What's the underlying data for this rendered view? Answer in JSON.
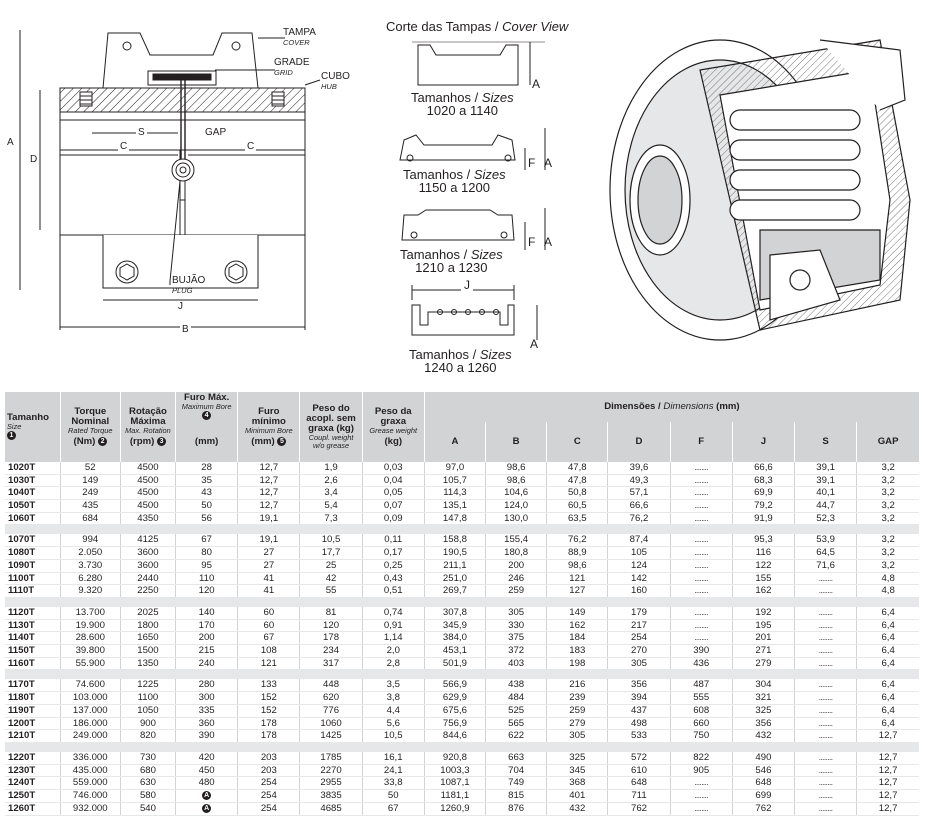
{
  "drawing": {
    "callouts": [
      {
        "id": "cover",
        "pt": "TAMPA",
        "en": "COVER"
      },
      {
        "id": "grid",
        "pt": "GRADE",
        "en": "GRID"
      },
      {
        "id": "hub",
        "pt": "CUBO",
        "en": "HUB"
      },
      {
        "id": "plug",
        "pt": "BUJÃO",
        "en": "PLUG"
      }
    ],
    "dims": {
      "A": "A",
      "D": "D",
      "S": "S",
      "GAP": "GAP",
      "C": "C",
      "J": "J",
      "B": "B",
      "F": "F"
    },
    "cover_view": {
      "title_pt": "Corte das Tampas / ",
      "title_en": "Cover View",
      "groups": [
        {
          "label_pt": "Tamanhos / ",
          "label_en": "Sizes",
          "range": "1020 a 1140"
        },
        {
          "label_pt": "Tamanhos / ",
          "label_en": "Sizes",
          "range": "1150 a 1200"
        },
        {
          "label_pt": "Tamanhos / ",
          "label_en": "Sizes",
          "range": "1210 a 1230"
        },
        {
          "label_pt": "Tamanhos / ",
          "label_en": "Sizes",
          "range": "1240 a 1260"
        }
      ]
    }
  },
  "table": {
    "headers": {
      "size": {
        "pt": "Tamanho",
        "en": "Size",
        "note": "1"
      },
      "torque": {
        "pt": "Torque Nominal",
        "en": "Rated Torque",
        "unit": "(Nm)",
        "note": "2"
      },
      "rotation": {
        "pt": "Rotação Máxima",
        "en": "Max. Rotation",
        "unit": "(rpm)",
        "note": "3"
      },
      "bore_max": {
        "pt": "Furo Máx.",
        "en": "Maximum Bore",
        "note": "4",
        "unit": "(mm)"
      },
      "bore_min": {
        "pt": "Furo mínimo",
        "en": "Minimum Bore",
        "unit": "(mm)",
        "note": "5"
      },
      "weight": {
        "pt": "Peso do acopl. sem graxa (kg)",
        "en": "Coupl. weight w/o grease"
      },
      "grease": {
        "pt": "Peso da graxa",
        "en": "Grease weight",
        "unit": "(kg)"
      },
      "dims": {
        "pt": "Dimensões / ",
        "en": "Dimensions",
        "unit": " (mm)"
      },
      "dim_cols": [
        "A",
        "B",
        "C",
        "D",
        "F",
        "J",
        "S",
        "GAP"
      ]
    },
    "groups": [
      [
        [
          "1020T",
          "52",
          "4500",
          "28",
          "12,7",
          "1,9",
          "0,03",
          "97,0",
          "98,6",
          "47,8",
          "39,6",
          "........",
          "66,6",
          "39,1",
          "3,2"
        ],
        [
          "1030T",
          "149",
          "4500",
          "35",
          "12,7",
          "2,6",
          "0,04",
          "105,7",
          "98,6",
          "47,8",
          "49,3",
          "........",
          "68,3",
          "39,1",
          "3,2"
        ],
        [
          "1040T",
          "249",
          "4500",
          "43",
          "12,7",
          "3,4",
          "0,05",
          "114,3",
          "104,6",
          "50,8",
          "57,1",
          "........",
          "69,9",
          "40,1",
          "3,2"
        ],
        [
          "1050T",
          "435",
          "4500",
          "50",
          "12,7",
          "5,4",
          "0,07",
          "135,1",
          "124,0",
          "60,5",
          "66,6",
          "........",
          "79,2",
          "44,7",
          "3,2"
        ],
        [
          "1060T",
          "684",
          "4350",
          "56",
          "19,1",
          "7,3",
          "0,09",
          "147,8",
          "130,0",
          "63,5",
          "76,2",
          "........",
          "91,9",
          "52,3",
          "3,2"
        ]
      ],
      [
        [
          "1070T",
          "994",
          "4125",
          "67",
          "19,1",
          "10,5",
          "0,11",
          "158,8",
          "155,4",
          "76,2",
          "87,4",
          "........",
          "95,3",
          "53,9",
          "3,2"
        ],
        [
          "1080T",
          "2.050",
          "3600",
          "80",
          "27",
          "17,7",
          "0,17",
          "190,5",
          "180,8",
          "88,9",
          "105",
          "........",
          "116",
          "64,5",
          "3,2"
        ],
        [
          "1090T",
          "3.730",
          "3600",
          "95",
          "27",
          "25",
          "0,25",
          "211,1",
          "200",
          "98,6",
          "124",
          "........",
          "122",
          "71,6",
          "3,2"
        ],
        [
          "1100T",
          "6.280",
          "2440",
          "110",
          "41",
          "42",
          "0,43",
          "251,0",
          "246",
          "121",
          "142",
          "........",
          "155",
          "........",
          "4,8"
        ],
        [
          "1110T",
          "9.320",
          "2250",
          "120",
          "41",
          "55",
          "0,51",
          "269,7",
          "259",
          "127",
          "160",
          "........",
          "162",
          "........",
          "4,8"
        ]
      ],
      [
        [
          "1120T",
          "13.700",
          "2025",
          "140",
          "60",
          "81",
          "0,74",
          "307,8",
          "305",
          "149",
          "179",
          "........",
          "192",
          "........",
          "6,4"
        ],
        [
          "1130T",
          "19.900",
          "1800",
          "170",
          "60",
          "120",
          "0,91",
          "345,9",
          "330",
          "162",
          "217",
          "........",
          "195",
          "........",
          "6,4"
        ],
        [
          "1140T",
          "28.600",
          "1650",
          "200",
          "67",
          "178",
          "1,14",
          "384,0",
          "375",
          "184",
          "254",
          "........",
          "201",
          "........",
          "6,4"
        ],
        [
          "1150T",
          "39.800",
          "1500",
          "215",
          "108",
          "234",
          "2,0",
          "453,1",
          "372",
          "183",
          "270",
          "390",
          "271",
          "........",
          "6,4"
        ],
        [
          "1160T",
          "55.900",
          "1350",
          "240",
          "121",
          "317",
          "2,8",
          "501,9",
          "403",
          "198",
          "305",
          "436",
          "279",
          "........",
          "6,4"
        ]
      ],
      [
        [
          "1170T",
          "74.600",
          "1225",
          "280",
          "133",
          "448",
          "3,5",
          "566,9",
          "438",
          "216",
          "356",
          "487",
          "304",
          "........",
          "6,4"
        ],
        [
          "1180T",
          "103.000",
          "1100",
          "300",
          "152",
          "620",
          "3,8",
          "629,9",
          "484",
          "239",
          "394",
          "555",
          "321",
          "........",
          "6,4"
        ],
        [
          "1190T",
          "137.000",
          "1050",
          "335",
          "152",
          "776",
          "4,4",
          "675,6",
          "525",
          "259",
          "437",
          "608",
          "325",
          "........",
          "6,4"
        ],
        [
          "1200T",
          "186.000",
          "900",
          "360",
          "178",
          "1060",
          "5,6",
          "756,9",
          "565",
          "279",
          "498",
          "660",
          "356",
          "........",
          "6,4"
        ],
        [
          "1210T",
          "249.000",
          "820",
          "390",
          "178",
          "1425",
          "10,5",
          "844,6",
          "622",
          "305",
          "533",
          "750",
          "432",
          "........",
          "12,7"
        ]
      ],
      [
        [
          "1220T",
          "336.000",
          "730",
          "420",
          "203",
          "1785",
          "16,1",
          "920,8",
          "663",
          "325",
          "572",
          "822",
          "490",
          "........",
          "12,7"
        ],
        [
          "1230T",
          "435.000",
          "680",
          "450",
          "203",
          "2270",
          "24,1",
          "1003,3",
          "704",
          "345",
          "610",
          "905",
          "546",
          "........",
          "12,7"
        ],
        [
          "1240T",
          "559.000",
          "630",
          "480",
          "254",
          "2955",
          "33,8",
          "1087,1",
          "749",
          "368",
          "648",
          "........",
          "648",
          "........",
          "12,7"
        ],
        [
          "1250T",
          "746.000",
          "580",
          "A",
          "254",
          "3835",
          "50",
          "1181,1",
          "815",
          "401",
          "711",
          "........",
          "699",
          "........",
          "12,7"
        ],
        [
          "1260T",
          "932.000",
          "540",
          "A",
          "254",
          "4685",
          "67",
          "1260,9",
          "876",
          "432",
          "762",
          "........",
          "762",
          "........",
          "12,7"
        ]
      ]
    ]
  }
}
